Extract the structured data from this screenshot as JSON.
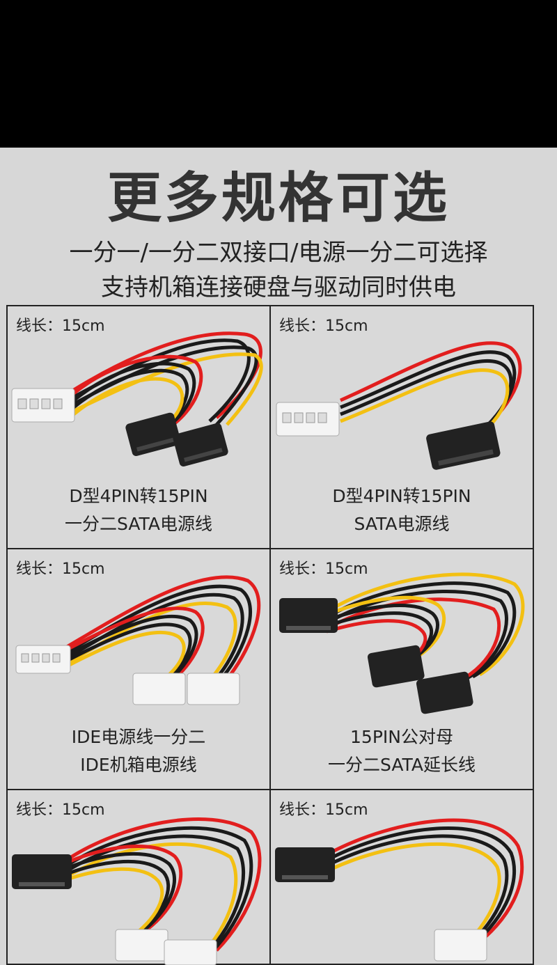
{
  "headline": "更多规格可选",
  "subtitle_line1": "一分一/一分二双接口/电源一分二可选择",
  "subtitle_line2": "支持机箱连接硬盘与驱动同时供电",
  "colors": {
    "red": "#e21e1e",
    "yellow": "#f3c012",
    "black": "#1a1a1a",
    "connector": "#f4f4f4"
  },
  "products": [
    {
      "length_label": "线长：15cm",
      "caption_line1": "D型4PIN转15PIN",
      "caption_line2": "一分二SATA电源线"
    },
    {
      "length_label": "线长：15cm",
      "caption_line1": "D型4PIN转15PIN",
      "caption_line2": "SATA电源线"
    },
    {
      "length_label": "线长：15cm",
      "caption_line1": "IDE电源线一分二",
      "caption_line2": "IDE机箱电源线"
    },
    {
      "length_label": "线长：15cm",
      "caption_line1": "15PIN公对母",
      "caption_line2": "一分二SATA延长线"
    },
    {
      "length_label": "线长：15cm",
      "caption_line1": "",
      "caption_line2": ""
    },
    {
      "length_label": "线长：15cm",
      "caption_line1": "",
      "caption_line2": ""
    }
  ]
}
